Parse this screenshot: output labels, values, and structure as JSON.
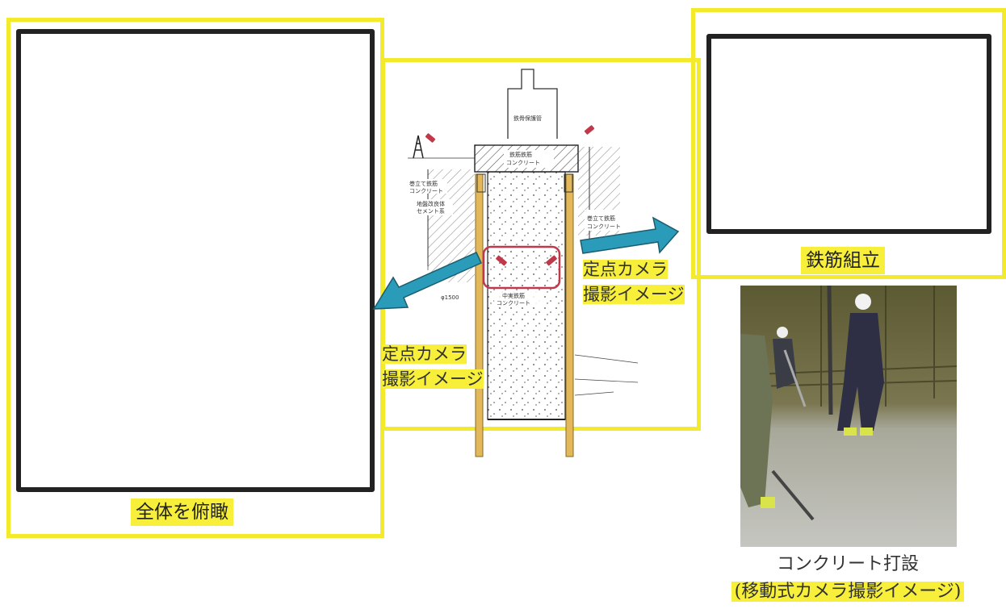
{
  "left_panel": {
    "caption": "全体を俯瞰"
  },
  "right_panel": {
    "caption": "鉄筋組立"
  },
  "center_drawing": {
    "labels": {
      "top_casing": "鉄骨保護管",
      "cap_concrete_1": "鉄筋鉄筋",
      "cap_concrete_2": "コンクリート",
      "left_wall_1": "巻立て鉄筋",
      "left_wall_2": "コンクリート",
      "ground_improve_1": "地盤改良体",
      "ground_improve_2": "セメント系",
      "right_wall_1": "巻立て鉄筋",
      "right_wall_2": "コンクリート",
      "inner_concrete_1": "中実鉄筋",
      "inner_concrete_2": "コンクリート",
      "diameter": "φ1500"
    }
  },
  "camera_label_right": {
    "line1": "定点カメラ",
    "line2": "撮影イメージ"
  },
  "camera_label_left": {
    "line1": "定点カメラ",
    "line2": "撮影イメージ"
  },
  "photo": {
    "caption_line1": "コンクリート打設",
    "caption_line2": "(移動式カメラ撮影イメージ)"
  },
  "colors": {
    "highlight": "#f2ea2a",
    "arrow": "#2a9bb8",
    "camera_box": "#c0394b",
    "pile": "#e2b85a"
  }
}
